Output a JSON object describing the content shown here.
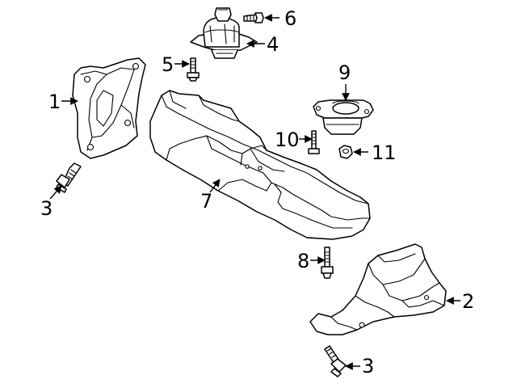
{
  "diagram": {
    "callouts": {
      "c1": "1",
      "c2": "2",
      "c3a": "3",
      "c3b": "3",
      "c4": "4",
      "c5": "5",
      "c6": "6",
      "c7": "7",
      "c8": "8",
      "c9": "9",
      "c10": "10",
      "c11": "11"
    }
  }
}
